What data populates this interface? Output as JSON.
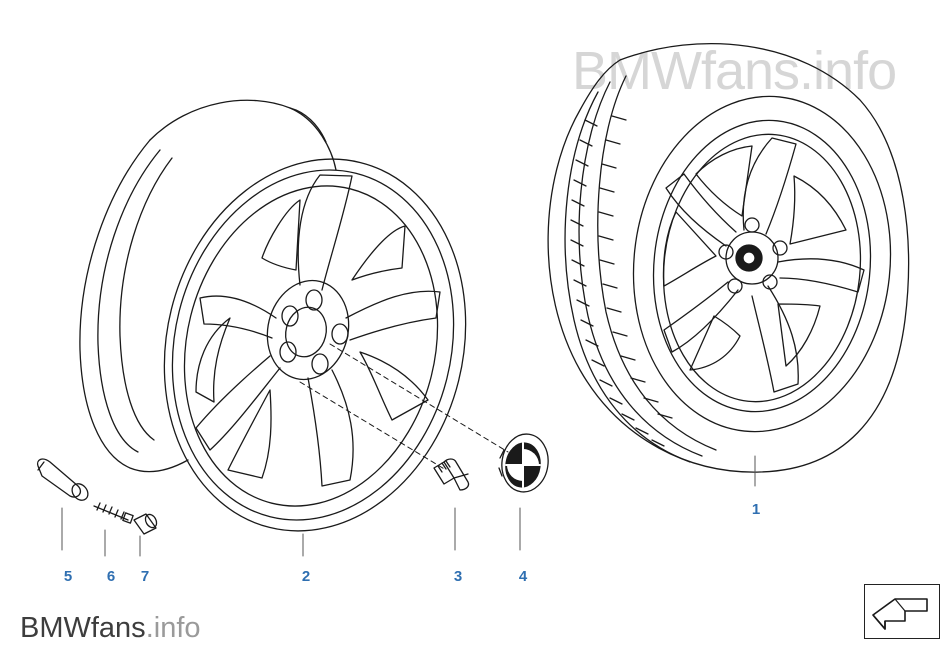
{
  "watermark": {
    "brand": "BMWfans",
    "suffix": ".info"
  },
  "callouts": [
    "1",
    "2",
    "3",
    "4",
    "5",
    "6",
    "7"
  ],
  "colors": {
    "callout": "#2f6fb1",
    "line": "#1a1a1a",
    "watermark_light": "#d6d6d6",
    "watermark_dark": "#3d3d3d"
  },
  "icons": {
    "nav": "arrow-back-icon"
  }
}
